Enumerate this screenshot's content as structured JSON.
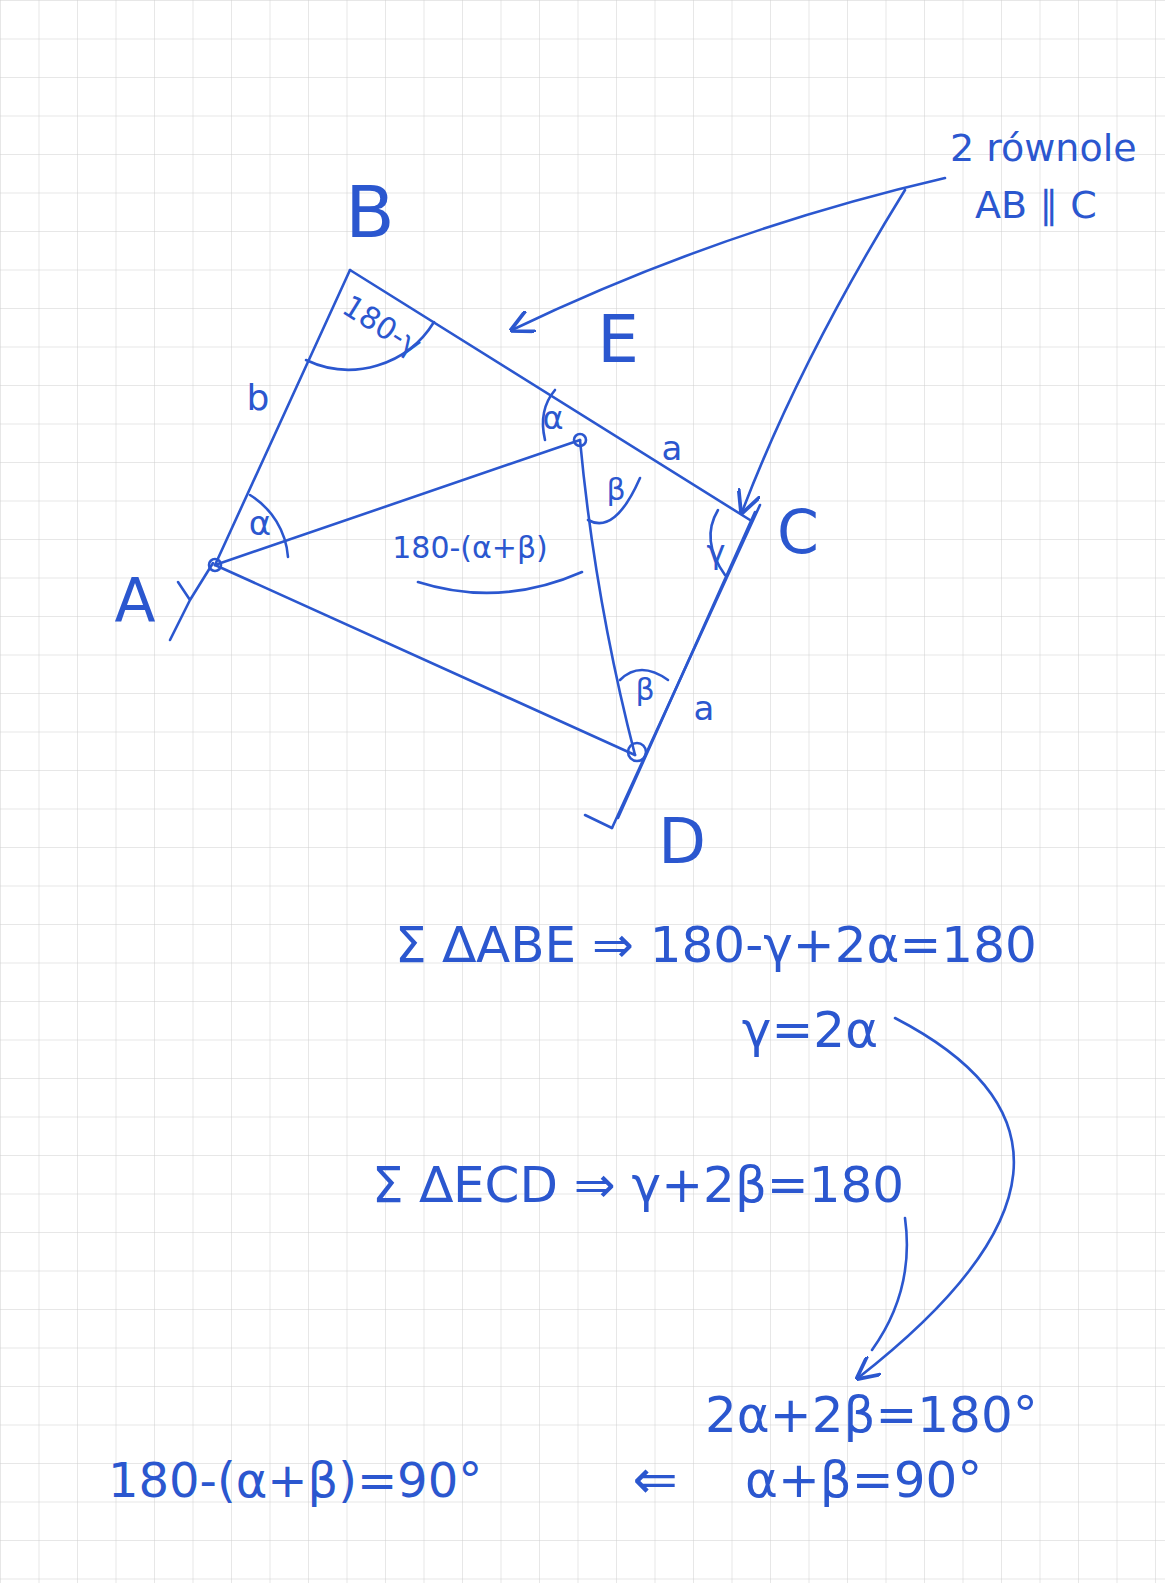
{
  "diagram": {
    "labels": [
      "B",
      "E",
      "A",
      "C",
      "D",
      "180-γ",
      "α",
      "b",
      "α",
      "β",
      "a",
      "γ",
      "180-(α+β)",
      "β",
      "a",
      "2 równole",
      "AB ∥ C",
      "Σ ∆ABE ⇒ 180-γ+2α=180",
      "γ=2α",
      "Σ ∆ECD ⇒ γ+2β=180",
      "2α+2β=180°",
      "180-(α+β)=90°",
      "⇐",
      "α+β=90°"
    ]
  }
}
